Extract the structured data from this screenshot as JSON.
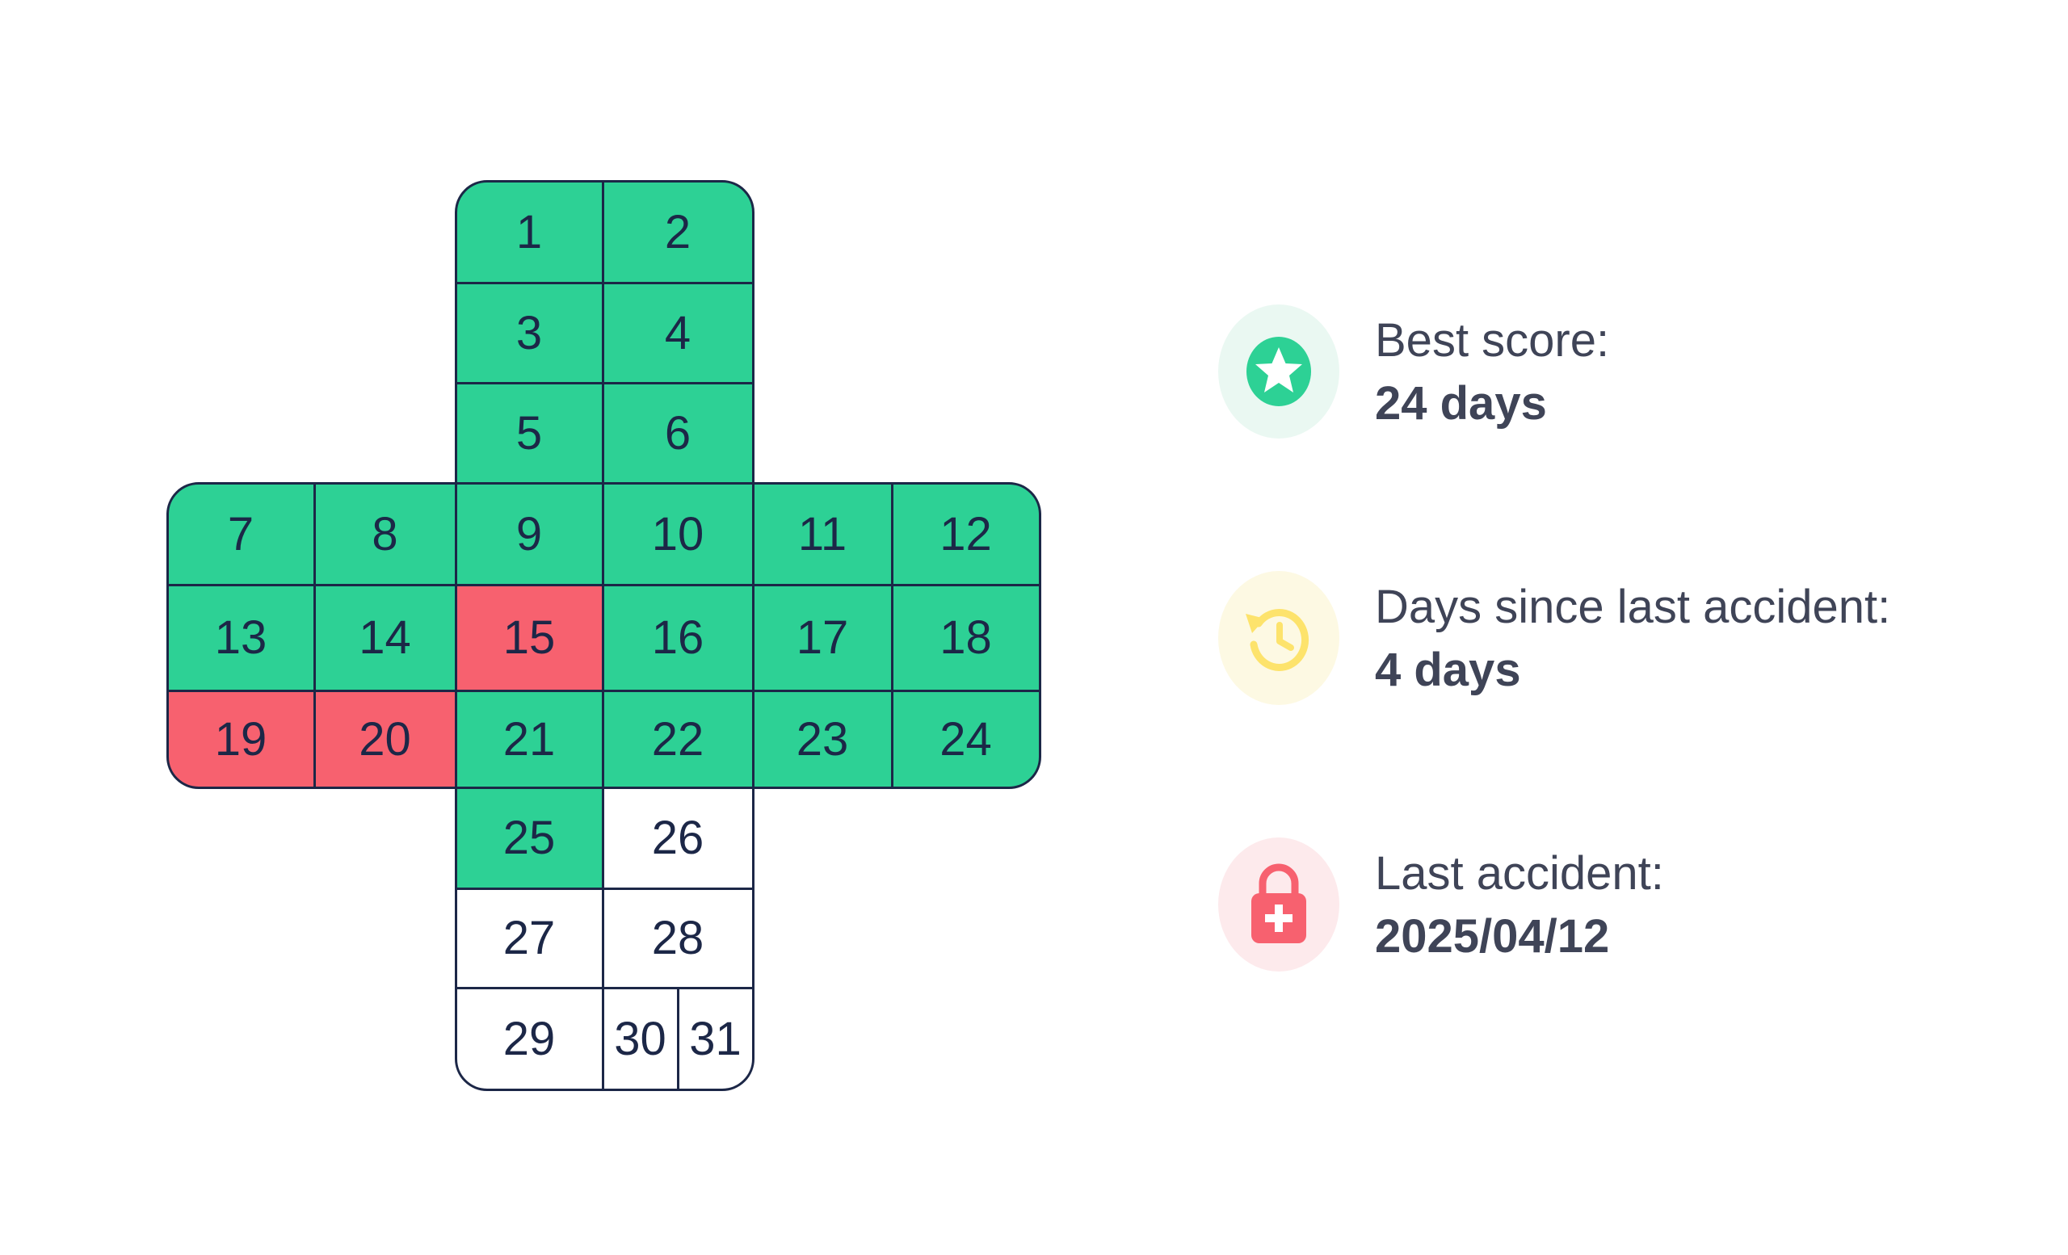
{
  "calendar": {
    "days": [
      {
        "day": "1",
        "status": "safe"
      },
      {
        "day": "2",
        "status": "safe"
      },
      {
        "day": "3",
        "status": "safe"
      },
      {
        "day": "4",
        "status": "safe"
      },
      {
        "day": "5",
        "status": "safe"
      },
      {
        "day": "6",
        "status": "safe"
      },
      {
        "day": "7",
        "status": "safe"
      },
      {
        "day": "8",
        "status": "safe"
      },
      {
        "day": "9",
        "status": "safe"
      },
      {
        "day": "10",
        "status": "safe"
      },
      {
        "day": "11",
        "status": "safe"
      },
      {
        "day": "12",
        "status": "safe"
      },
      {
        "day": "13",
        "status": "safe"
      },
      {
        "day": "14",
        "status": "safe"
      },
      {
        "day": "15",
        "status": "accident"
      },
      {
        "day": "16",
        "status": "safe"
      },
      {
        "day": "17",
        "status": "safe"
      },
      {
        "day": "18",
        "status": "safe"
      },
      {
        "day": "19",
        "status": "accident"
      },
      {
        "day": "20",
        "status": "accident"
      },
      {
        "day": "21",
        "status": "safe"
      },
      {
        "day": "22",
        "status": "safe"
      },
      {
        "day": "23",
        "status": "safe"
      },
      {
        "day": "24",
        "status": "safe"
      },
      {
        "day": "25",
        "status": "safe"
      },
      {
        "day": "26",
        "status": "empty"
      },
      {
        "day": "27",
        "status": "empty"
      },
      {
        "day": "28",
        "status": "empty"
      },
      {
        "day": "29",
        "status": "empty"
      },
      {
        "day": "30",
        "status": "empty"
      },
      {
        "day": "31",
        "status": "empty"
      }
    ],
    "colors": {
      "safe": "#2dd195",
      "accident": "#f7616f",
      "empty": "#ffffff",
      "outline": "#1c2747"
    }
  },
  "stats": {
    "best_score": {
      "label": "Best score:",
      "value": "24 days",
      "icon": "star-icon",
      "color": "#2dd195",
      "bg": "#eaf8f2"
    },
    "days_since": {
      "label": "Days since last accident:",
      "value": "4 days",
      "icon": "history-clock-icon",
      "color": "#fde36c",
      "bg": "#fdf9e3"
    },
    "last_accident": {
      "label": "Last accident:",
      "value": "2025/04/12",
      "icon": "first-aid-lock-icon",
      "color": "#f7616f",
      "bg": "#fdeaec"
    }
  }
}
